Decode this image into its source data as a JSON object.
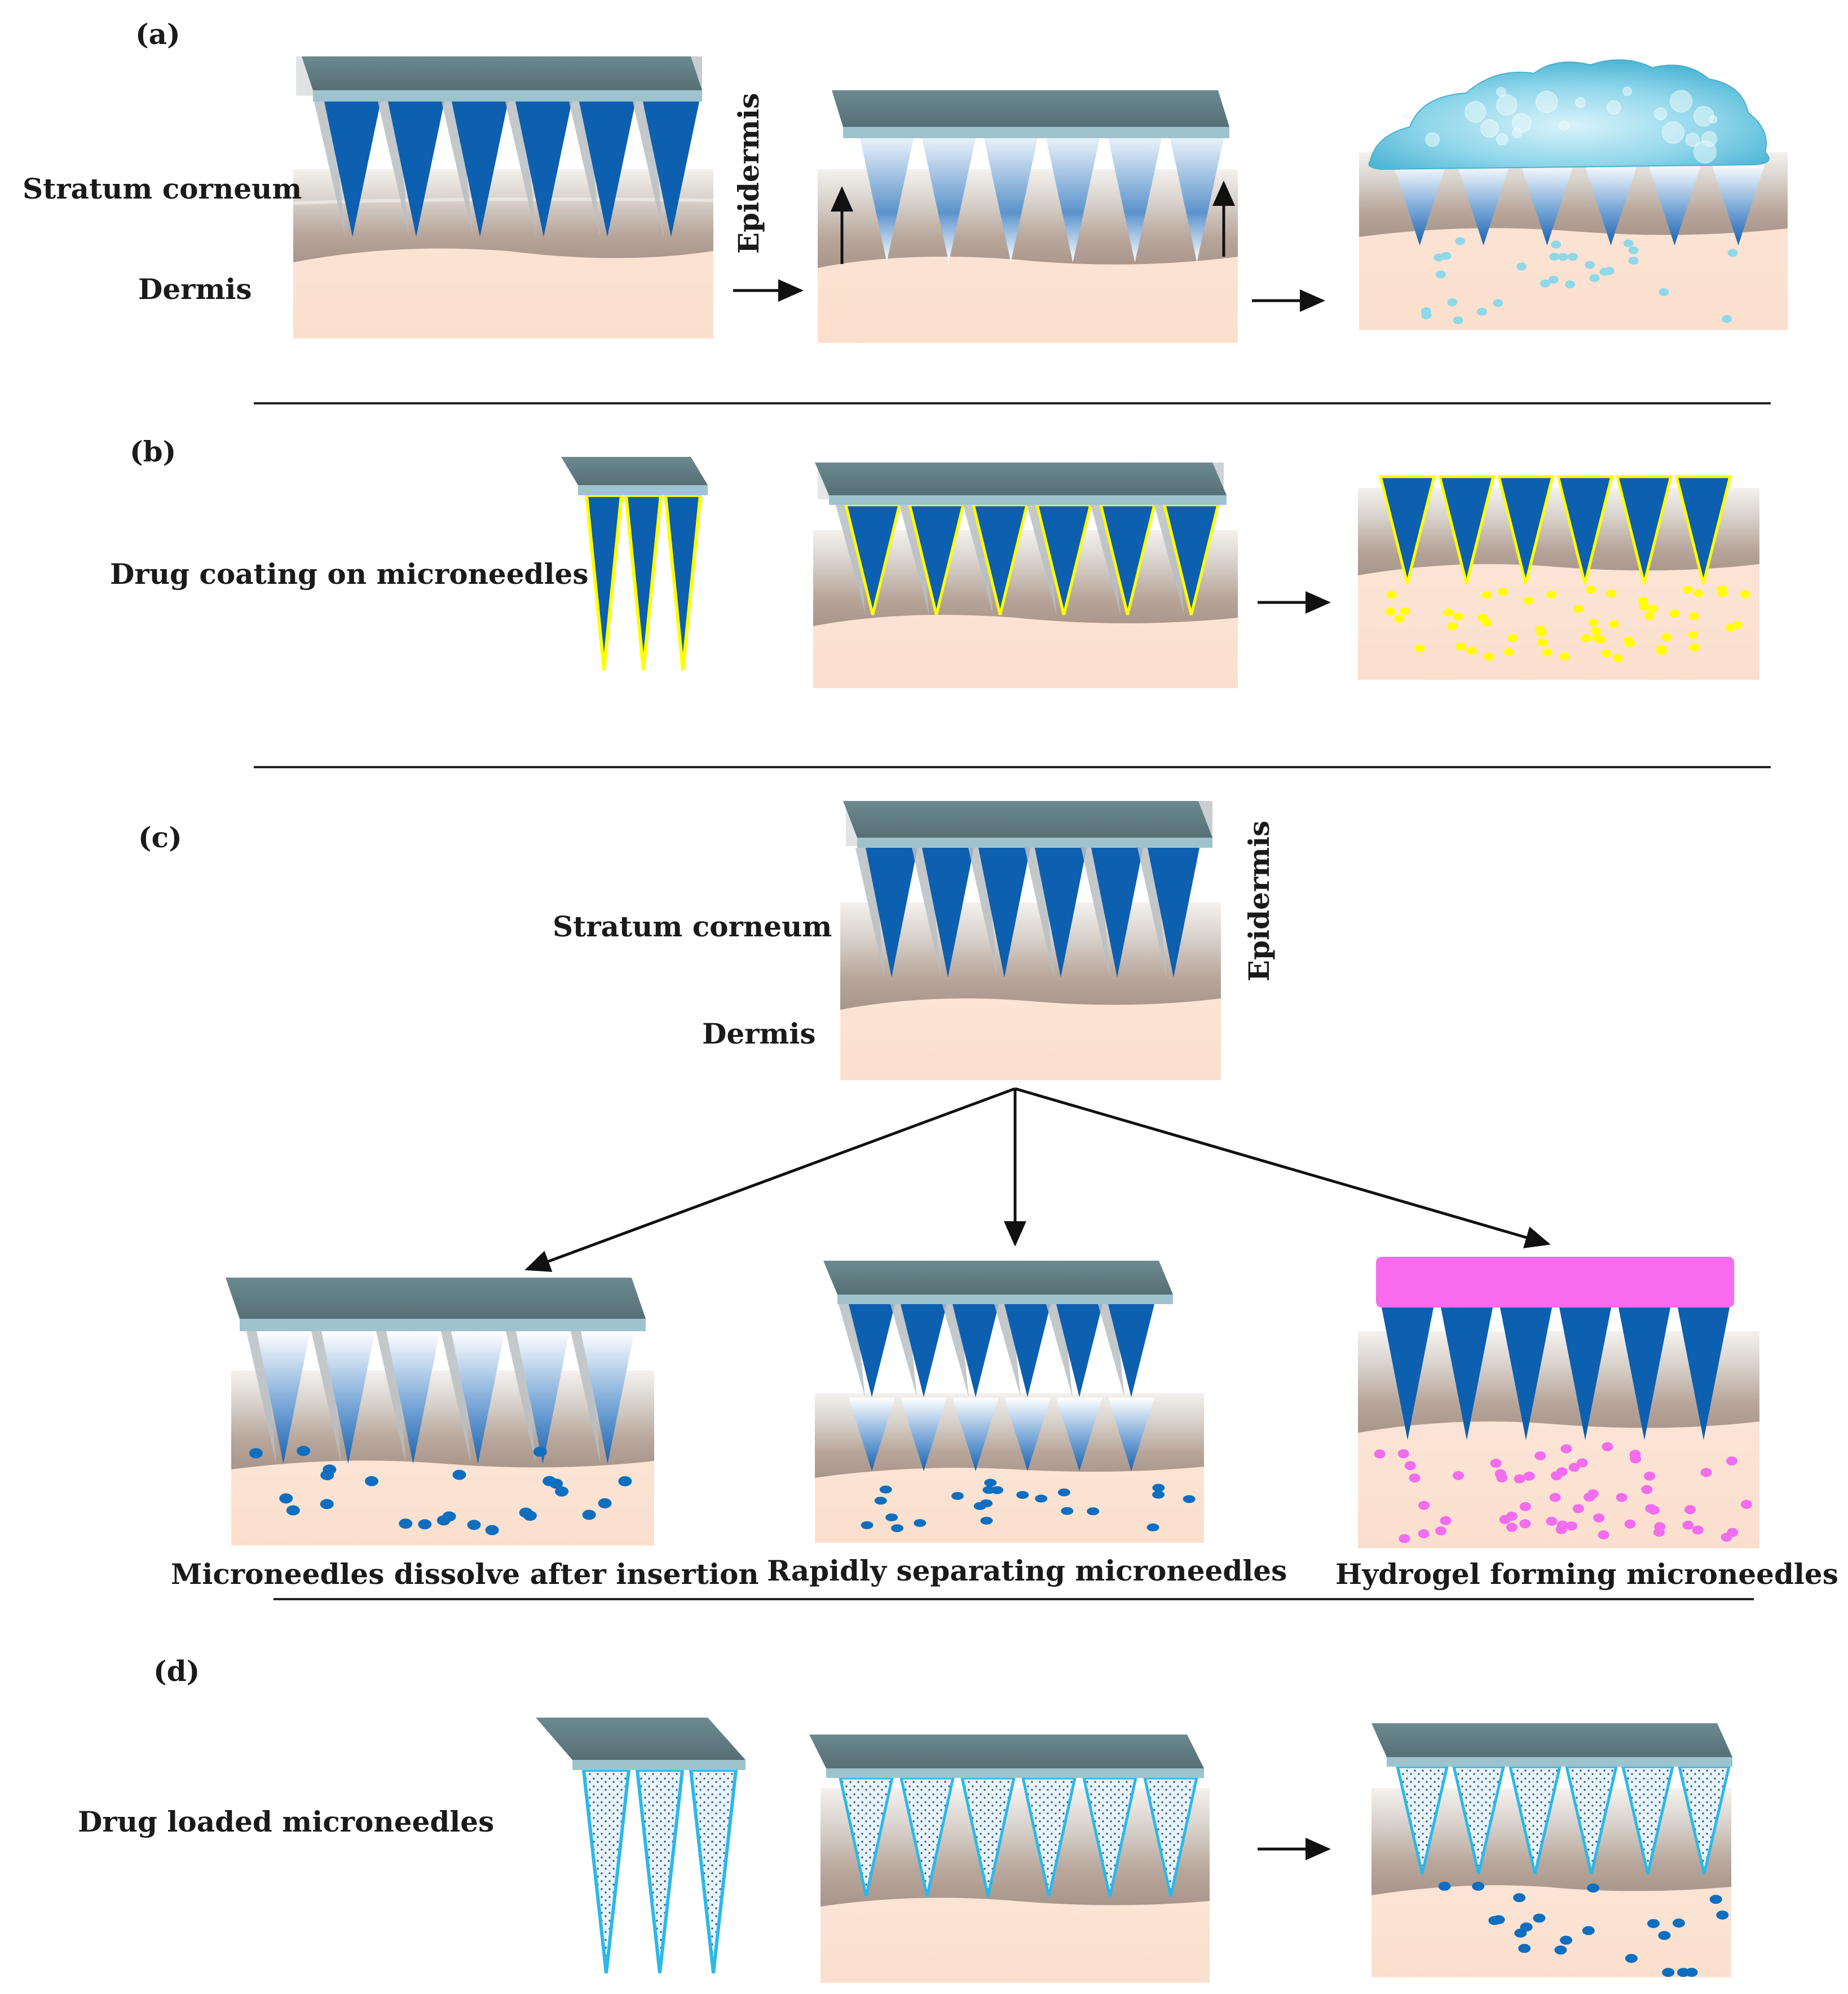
{
  "panels": {
    "a": {
      "tag": "(a)",
      "label_stratum": "Stratum corneum",
      "label_dermis": "Dermis",
      "label_epidermis": "Epidermis"
    },
    "b": {
      "tag": "(b)",
      "label_coating": "Drug coating on microneedles"
    },
    "c": {
      "tag": "(c)",
      "label_stratum": "Stratum corneum",
      "label_dermis": "Dermis",
      "label_epidermis": "Epidermis",
      "caption_dissolve": "Microneedles dissolve after insertion",
      "caption_separating": "Rapidly separating microneedles",
      "caption_hydrogel": "Hydrogel forming microneedles"
    },
    "d": {
      "tag": "(d)",
      "label_loaded": "Drug loaded microneedles"
    }
  },
  "colors": {
    "needle": "#0d5fb0",
    "backing": "#5e7f85",
    "backing_edge": "#9fc4cd",
    "skin_upper": "#d9d3cc",
    "skin_epidermis": "#b9a69a",
    "dermis": "#fbe3d4",
    "drug_yellow": "#ffff00",
    "drug_blue": "#0e6fc0",
    "drug_pink": "#f26cf0",
    "hydrogel_pad": "#f96cf0",
    "gel_cyan": "#8fd8ea",
    "outline_cyan": "#2bb8ea"
  }
}
